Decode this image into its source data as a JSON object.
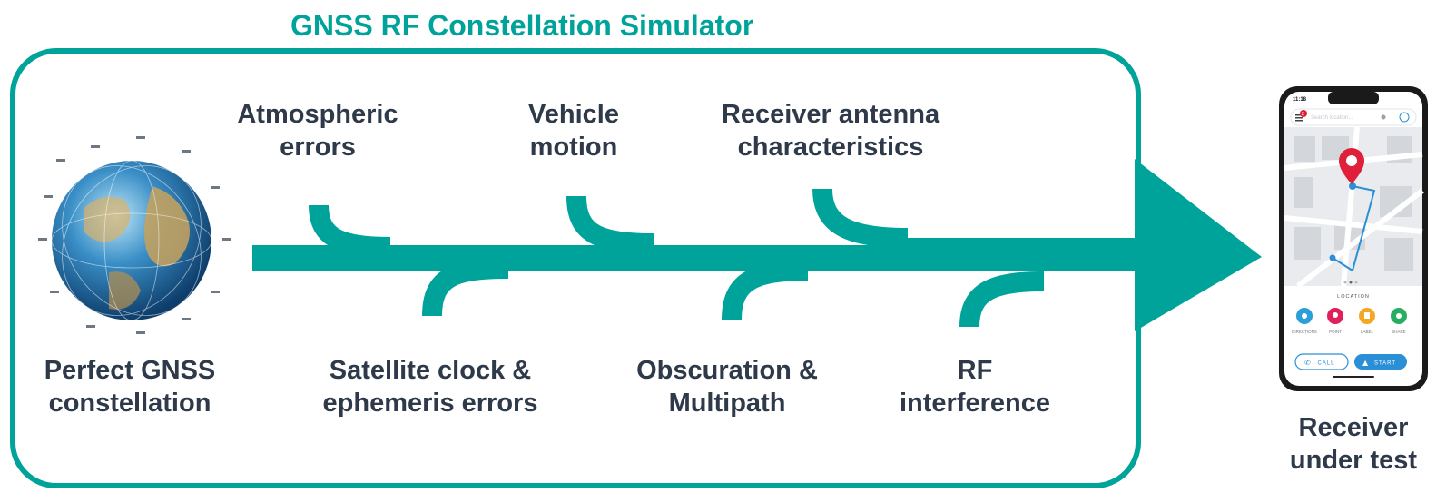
{
  "title": "GNSS RF Constellation Simulator",
  "colors": {
    "teal": "#00a39a",
    "text": "#2e3a4a",
    "white": "#ffffff",
    "pin": "#e0203a",
    "route": "#2a8fd6"
  },
  "left_label": {
    "line1": "Perfect GNSS",
    "line2": "constellation"
  },
  "top_errors": [
    {
      "line1": "Atmospheric",
      "line2": "errors"
    },
    {
      "line1": "Vehicle",
      "line2": "motion"
    },
    {
      "line1": "Receiver antenna",
      "line2": "characteristics"
    }
  ],
  "bottom_errors": [
    {
      "line1": "Satellite clock &",
      "line2": "ephemeris errors"
    },
    {
      "line1": "Obscuration &",
      "line2": "Multipath"
    },
    {
      "line1": "RF",
      "line2": "interference"
    }
  ],
  "receiver_label": {
    "line1": "Receiver",
    "line2": "under test"
  },
  "phone": {
    "time": "11:18",
    "notification_count": "2",
    "search_placeholder": "Search location...",
    "section_label": "LOCATION",
    "actions": [
      {
        "label": "DIRECTIONS",
        "color": "#2a9fd8",
        "icon": "directions-icon"
      },
      {
        "label": "POINT",
        "color": "#e0205a",
        "icon": "pin-icon"
      },
      {
        "label": "LABEL",
        "color": "#f5a623",
        "icon": "flag-icon"
      },
      {
        "label": "SHARE",
        "color": "#27ae60",
        "icon": "share-icon"
      }
    ],
    "call_label": "CALL",
    "start_label": "START"
  }
}
